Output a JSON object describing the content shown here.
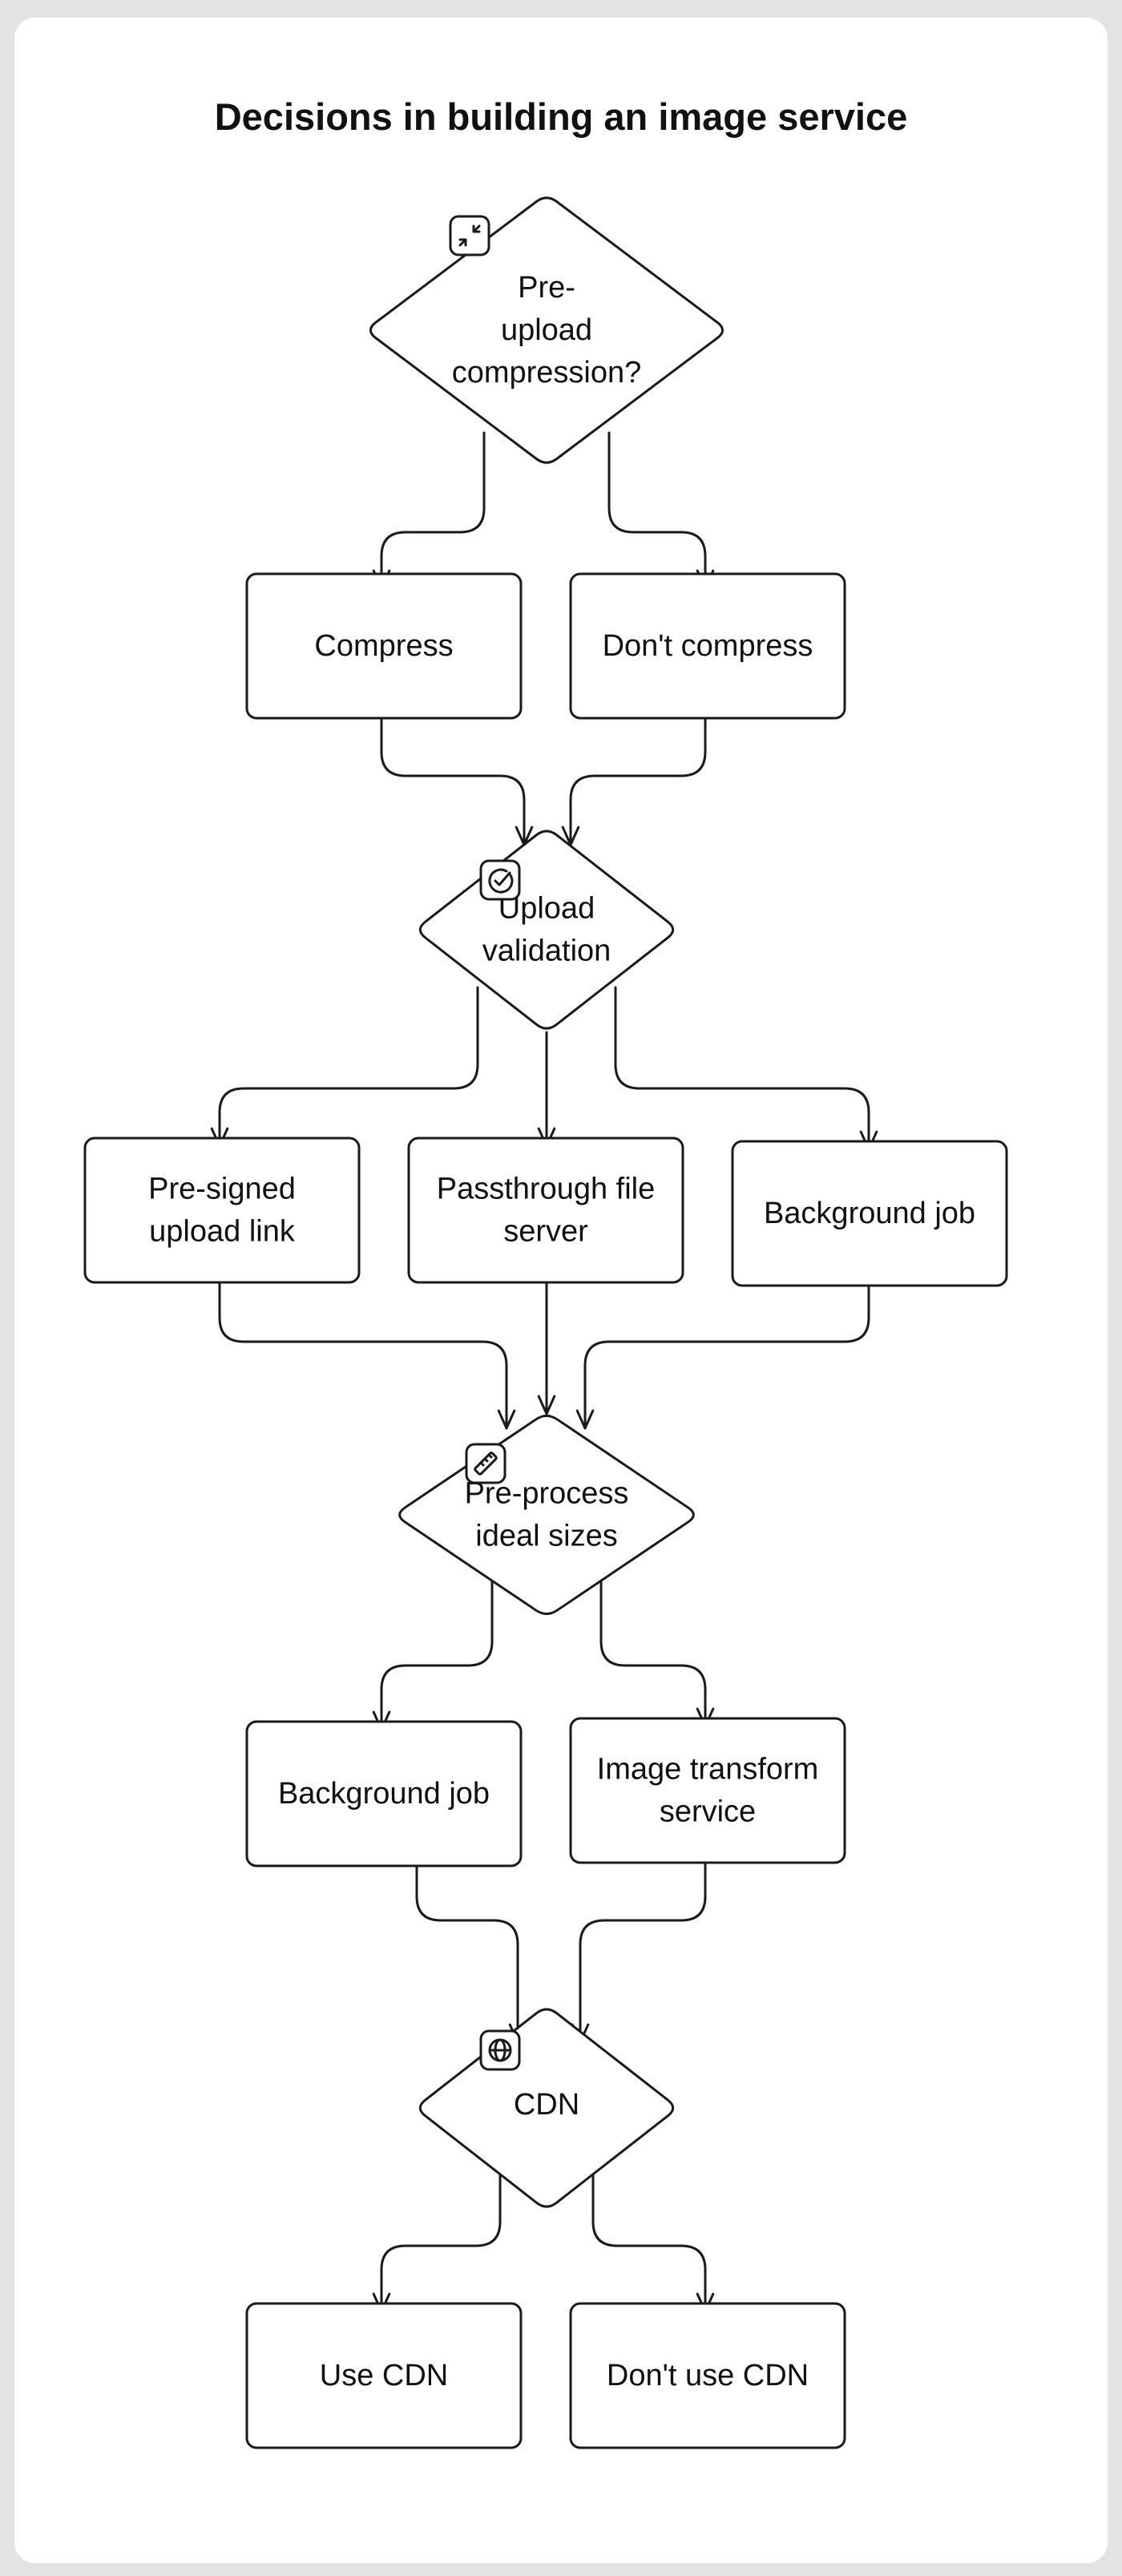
{
  "title": "Decisions in building an image service",
  "nodes": {
    "precompression": {
      "lines": [
        "Pre-",
        "upload",
        "compression?"
      ],
      "icon": "compress-arrows-icon"
    },
    "compress": {
      "lines": [
        "Compress"
      ]
    },
    "dont_compress": {
      "lines": [
        "Don't compress"
      ]
    },
    "upload_validation": {
      "lines": [
        "Upload",
        "validation"
      ],
      "icon": "check-circle-icon"
    },
    "presigned": {
      "lines": [
        "Pre-signed",
        "upload link"
      ]
    },
    "passthrough": {
      "lines": [
        "Passthrough file",
        "server"
      ]
    },
    "background_job_1": {
      "lines": [
        "Background job"
      ]
    },
    "preprocess": {
      "lines": [
        "Pre-process",
        "ideal sizes"
      ],
      "icon": "ruler-icon"
    },
    "background_job_2": {
      "lines": [
        "Background job"
      ]
    },
    "image_transform": {
      "lines": [
        "Image transform",
        "service"
      ]
    },
    "cdn": {
      "lines": [
        "CDN"
      ],
      "icon": "globe-icon"
    },
    "use_cdn": {
      "lines": [
        "Use CDN"
      ]
    },
    "dont_use_cdn": {
      "lines": [
        "Don't use CDN"
      ]
    }
  },
  "edges": [
    [
      "precompression",
      "compress"
    ],
    [
      "precompression",
      "dont_compress"
    ],
    [
      "compress",
      "upload_validation"
    ],
    [
      "dont_compress",
      "upload_validation"
    ],
    [
      "upload_validation",
      "presigned"
    ],
    [
      "upload_validation",
      "passthrough"
    ],
    [
      "upload_validation",
      "background_job_1"
    ],
    [
      "presigned",
      "preprocess"
    ],
    [
      "passthrough",
      "preprocess"
    ],
    [
      "background_job_1",
      "preprocess"
    ],
    [
      "preprocess",
      "background_job_2"
    ],
    [
      "preprocess",
      "image_transform"
    ],
    [
      "background_job_2",
      "cdn"
    ],
    [
      "image_transform",
      "cdn"
    ],
    [
      "cdn",
      "use_cdn"
    ],
    [
      "cdn",
      "dont_use_cdn"
    ]
  ],
  "colors": {
    "stroke": "#1a1a1a",
    "text": "#111111",
    "background": "#e3e3e3",
    "card": "#ffffff"
  }
}
